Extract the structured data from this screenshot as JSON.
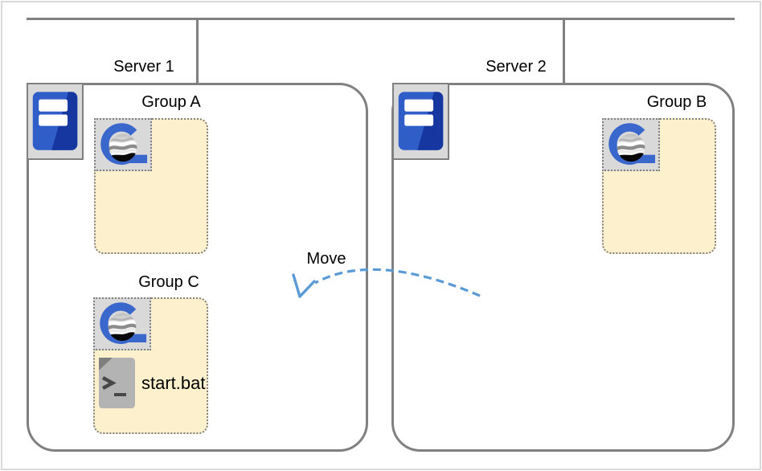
{
  "diagram": {
    "servers": [
      {
        "label": "Server 1",
        "icon": "server-tower-icon"
      },
      {
        "label": "Server 2",
        "icon": "server-tower-icon"
      }
    ],
    "groups": [
      {
        "label": "Group A",
        "server": "Server 1",
        "icon": "g-globe-app-icon",
        "files": []
      },
      {
        "label": "Group B",
        "server": "Server 2",
        "icon": "g-globe-app-icon",
        "files": []
      },
      {
        "label": "Group C",
        "server": "Server 1",
        "icon": "g-globe-app-icon",
        "files": [
          {
            "label": "start.bat",
            "icon": "batch-file-icon"
          }
        ]
      }
    ],
    "move_annotation": {
      "label": "Move",
      "style": "dashed-curved-arrow",
      "direction": "right-to-left"
    },
    "colors": {
      "arrow_blue": "#5b9bd5",
      "group_fill": "#fdf0cd",
      "line_gray": "#808080",
      "icon_bg_gray": "#d9d9d9",
      "logo_blue": "#3a67cb",
      "server_blue_dark": "#16379f",
      "server_blue_light": "#2f5ec9",
      "frame_gray": "#d9d9d9",
      "text": "#000000"
    }
  }
}
